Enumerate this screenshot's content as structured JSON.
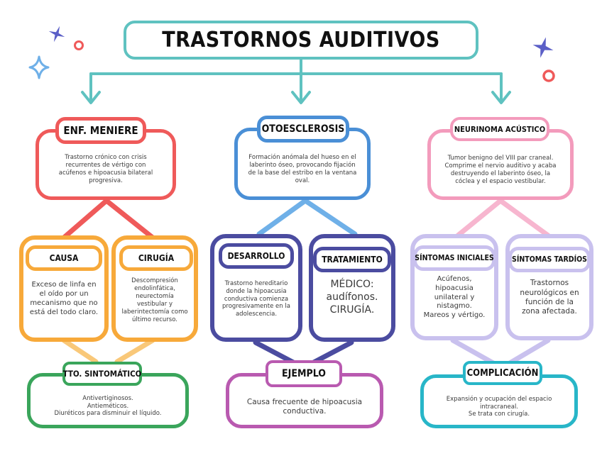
{
  "title": "TRASTORNOS AUDITIVOS",
  "colors": {
    "teal": "#5fc2c0",
    "red": "#ef5a5a",
    "blue": "#4a8fd6",
    "pink": "#f39bbc",
    "orange": "#f7a93a",
    "green": "#3aa55b",
    "indigo": "#4b4ca0",
    "purple": "#b95ab0",
    "lavender": "#c9c1ee",
    "cyan": "#28b6c8"
  },
  "columns": [
    {
      "label": "ENF. MENIERE",
      "desc": "Trastorno crónico con crisis recurrentes de vértigo con acúfenos e hipoacusia bilateral progresiva.",
      "left_label": "CAUSA",
      "left_text": "Exceso de linfa en el oído por un mecanismo que no está del todo claro.",
      "right_label": "CIRUGÍA",
      "right_text": "Descompresión endolinfática, neurectomía vestibular y laberintectomía como último recurso.",
      "bottom_label": "TTO. SINTOMÁTICO",
      "bottom_text": "Antivertiginosos.\nAntieméticos.\nDiuréticos para disminuir el líquido."
    },
    {
      "label": "OTOESCLEROSIS",
      "desc": "Formación anómala del hueso en el laberinto óseo, provocando fijación de la base del estribo en la ventana oval.",
      "left_label": "DESARROLLO",
      "left_text": "Trastorno hereditario donde la hipoacusia conductiva comienza progresivamente en la adolescencia.",
      "right_label": "TRATAMIENTO",
      "right_text": "MÉDICO: audífonos.\nCIRUGÍA.",
      "bottom_label": "EJEMPLO",
      "bottom_text": "Causa frecuente de hipoacusia conductiva."
    },
    {
      "label": "NEURINOMA ACÚSTICO",
      "desc": "Tumor benigno del VIII par craneal. Comprime el nervio auditivo y acaba destruyendo el laberinto óseo, la cóclea y el espacio vestibular.",
      "left_label": "SÍNTOMAS INICIALES",
      "left_text": "Acúfenos, hipoacusia unilateral y nistagmo.\nMareos y vértigo.",
      "right_label": "SÍNTOMAS TARDÍOS",
      "right_text": "Trastornos neurológicos en función de la zona afectada.",
      "bottom_label": "COMPLICACIÓN",
      "bottom_text": "Expansión y ocupación del espacio intracraneal.\nSe trata con cirugía."
    }
  ]
}
